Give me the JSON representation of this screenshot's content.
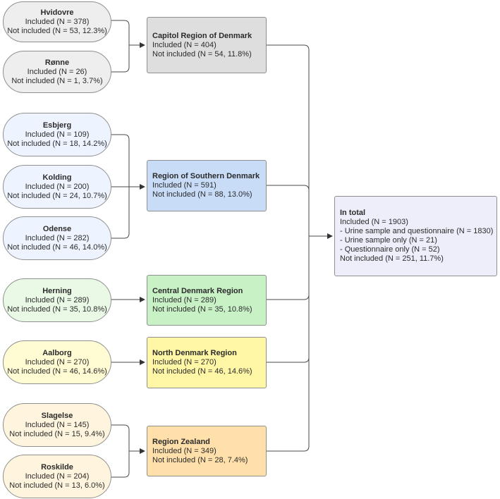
{
  "sites": [
    {
      "name": "Hvidovre",
      "included": "Included (N = 378)",
      "not_included": "Not included (N = 53, 12.3%)"
    },
    {
      "name": "Rønne",
      "included": "Included (N = 26)",
      "not_included": "Not included (N = 1, 3.7%)"
    },
    {
      "name": "Esbjerg",
      "included": "Included (N = 109)",
      "not_included": "Not included (N = 18, 14.2%)"
    },
    {
      "name": "Kolding",
      "included": "Included (N = 200)",
      "not_included": "Not included (N = 24, 10.7%)"
    },
    {
      "name": "Odense",
      "included": "Included (N = 282)",
      "not_included": "Not included (N = 46, 14.0%)"
    },
    {
      "name": "Herning",
      "included": "Included (N = 289)",
      "not_included": "Not included (N = 35, 10.8%)"
    },
    {
      "name": "Aalborg",
      "included": "Included (N = 270)",
      "not_included": "Not included (N = 46, 14.6%)"
    },
    {
      "name": "Slagelse",
      "included": "Included (N = 145)",
      "not_included": "Not included (N = 15, 9.4%)"
    },
    {
      "name": "Roskilde",
      "included": "Included (N = 204)",
      "not_included": "Not included (N = 13, 6.0%)"
    }
  ],
  "regions": [
    {
      "name": "Capitol Region of Denmark",
      "included": "Included (N = 404)",
      "not_included": "Not included (N = 54, 11.8%)"
    },
    {
      "name": "Region of Southern Denmark",
      "included": "Included (N = 591)",
      "not_included": "Not included (N = 88, 13.0%)"
    },
    {
      "name": "Central Denmark Region",
      "included": "Included (N = 289)",
      "not_included": "Not included (N = 35, 10.8%)"
    },
    {
      "name": "North Denmark Region",
      "included": "Included (N = 270)",
      "not_included": "Not included (N = 46, 14.6%)"
    },
    {
      "name": "Region Zealand",
      "included": "Included (N = 349)",
      "not_included": "Not included (N = 28, 7.4%)"
    }
  ],
  "total": {
    "title": "In total",
    "lines": [
      "Included (N = 1903)",
      "- Urine sample and questionnaire (N = 1830)",
      "- Urine sample only (N = 21)",
      "- Questionnaire only (N = 52)",
      "Not included (N = 251, 11.7%)"
    ]
  },
  "colors": {
    "capitol": "#dedede",
    "southern": "#c8dcf8",
    "central": "#c8f1c6",
    "north": "#fff6a6",
    "zealand": "#ffdfaa",
    "total": "#eeeefb"
  }
}
